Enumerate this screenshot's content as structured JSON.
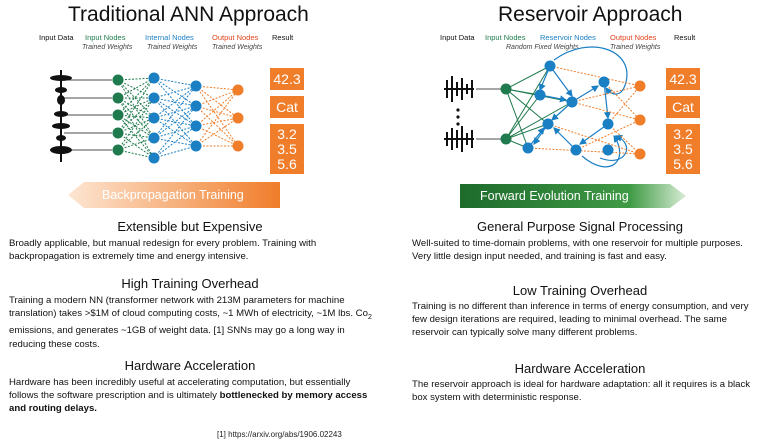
{
  "left": {
    "title": "Traditional ANN Approach",
    "headers": {
      "input_data": "Input Data",
      "input_nodes": "Input Nodes",
      "internal_nodes": "Internal Nodes",
      "output_nodes": "Output Nodes",
      "result": "Result",
      "trained_1": "Trained Weights",
      "trained_2": "Trained Weights",
      "trained_3": "Trained Weights"
    },
    "results": [
      "42.3",
      "Cat",
      "3.2",
      "3.5",
      "5.6"
    ],
    "arrow_label": "Backpropagation Training",
    "sections": [
      {
        "heading": "Extensible but Expensive",
        "text": "Broadly applicable, but manual redesign for every problem. Training with backpropagation is extremely time and energy intensive."
      },
      {
        "heading": "High Training Overhead",
        "text_a": "Training a modern NN (transformer network with 213M parameters for machine translation) takes >$1M of cloud computing costs, ~1 MWh of electricity, ~1M lbs. Co",
        "sub2": "2",
        "text_b": " emissions, and generates ~1GB of weight data. [1] SNNs may go a long way in reducing these costs."
      },
      {
        "heading": "Hardware Acceleration",
        "text_a": "Hardware has been incredibly useful at accelerating computation, but essentially follows the software prescription and is ultimately ",
        "bold": "bottlenecked by memory access and routing delays."
      }
    ],
    "citation": "[1] https://arxiv.org/abs/1906.02243"
  },
  "right": {
    "title": "Reservoir Approach",
    "headers": {
      "input_data": "Input Data",
      "input_nodes": "Input Nodes",
      "reservoir_nodes": "Reservoir Nodes",
      "output_nodes": "Output Nodes",
      "result": "Result",
      "random_fixed": "Random Fixed Weights",
      "trained": "Trained Weights"
    },
    "results": [
      "42.3",
      "Cat",
      "3.2",
      "3.5",
      "5.6"
    ],
    "arrow_label": "Forward Evolution Training",
    "sections": [
      {
        "heading": "General Purpose Signal Processing",
        "text": "Well-suited to time-domain problems, with one reservoir for multiple purposes. Very little design input needed, and training is fast and easy."
      },
      {
        "heading": "Low Training Overhead",
        "text": "Training is no different than inference in terms of energy consumption, and very few design iterations are required, leading to minimal overhead. The same reservoir can typically solve many different problems."
      },
      {
        "heading": "Hardware Acceleration",
        "text": "The reservoir approach is ideal for hardware adaptation: all it requires is a black box system with deterministic response."
      }
    ]
  },
  "colors": {
    "input_green": "#1f7a4d",
    "internal_blue": "#1b7fc4",
    "output_orange": "#f07d2a",
    "result_box": "#f07d2a",
    "left_arrow": "#f4a068",
    "right_arrow": "#2f7f3a"
  }
}
